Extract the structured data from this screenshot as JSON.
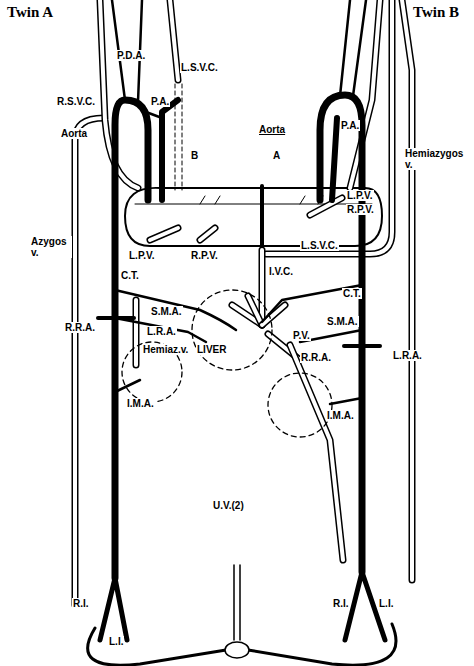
{
  "diagram": {
    "labels": [
      "Twin A",
      "Twin B",
      "P.D.A.",
      "L.S.V.C.",
      "R.S.V.C.",
      "P.A.",
      "Aorta",
      "B",
      "A",
      "Aorta",
      "P.A.",
      "Hemiazygos v.",
      "L.P.V.",
      "R.P.V.",
      "Azygos v.",
      "L.P.V.",
      "R.P.V.",
      "L.S.V.C.",
      "C.T.",
      "I.V.C.",
      "C.T.",
      "R.R.A.",
      "S.M.A.",
      "L.R.A.",
      "Hemiaz.v.",
      "LIVER",
      "P.V.",
      "S.M.A.",
      "R.R.A.",
      "L.R.A.",
      "I.M.A.",
      "I.M.A.",
      "R.I.",
      "L.I.",
      "R.I.",
      "L.I.",
      "U.V.(2)"
    ]
  }
}
